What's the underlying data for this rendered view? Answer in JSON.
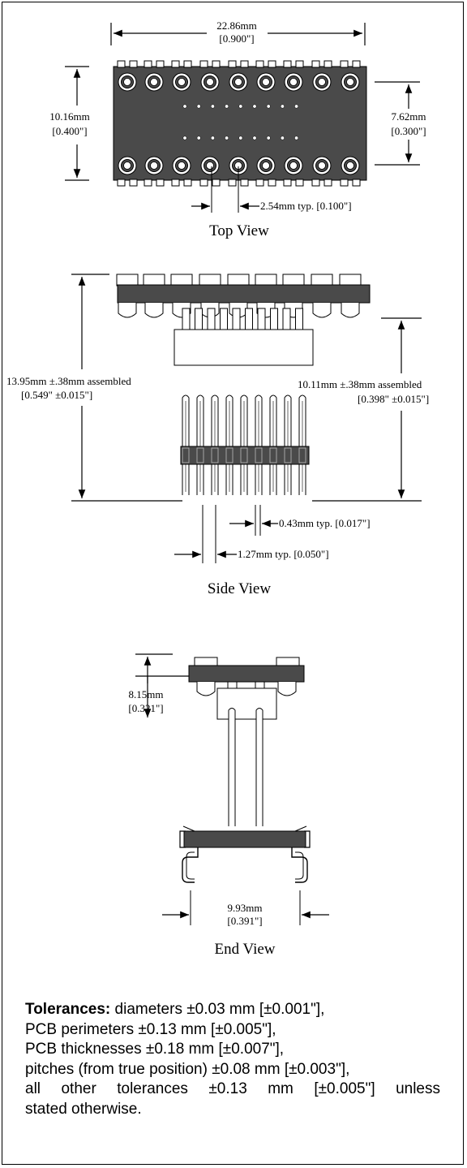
{
  "top_view": {
    "title": "Top View",
    "width_mm": "22.86mm",
    "width_in": "[0.900\"]",
    "height_mm": "10.16mm",
    "height_in": "[0.400\"]",
    "row_spacing_mm": "7.62mm",
    "row_spacing_in": "[0.300\"]",
    "pitch": "2.54mm typ.  [0.100\"]"
  },
  "side_view": {
    "title": "Side View",
    "left_dim_line1": "13.95mm ±.38mm assembled",
    "left_dim_line2": "[0.549\" ±0.015\"]",
    "right_dim_line1": "10.11mm  ±.38mm assembled",
    "right_dim_line2": "[0.398\" ±0.015\"]",
    "pin_width": "0.43mm typ.  [0.017\"]",
    "pin_pitch": "1.27mm typ.  [0.050\"]"
  },
  "end_view": {
    "title": "End View",
    "height_mm": "8.15mm",
    "height_in": "[0.321\"]",
    "width_mm": "9.93mm",
    "width_in": "[0.391\"]"
  },
  "tolerances": {
    "heading": "Tolerances:",
    "line1": " diameters ±0.03 mm [±0.001\"],",
    "line2": "PCB perimeters ±0.13 mm [±0.005\"],",
    "line3": "PCB thicknesses ±0.18 mm [±0.007\"],",
    "line4": "pitches (from true position) ±0.08 mm [±0.003\"],",
    "line5": "all other tolerances ±0.13 mm [±0.005\"] unless",
    "line6": "stated otherwise."
  },
  "colors": {
    "board": "#4a4a4a",
    "ink": "#000000",
    "pad_face": "#ffffff"
  }
}
